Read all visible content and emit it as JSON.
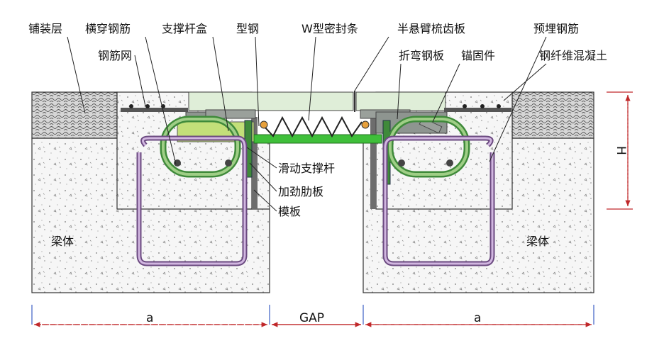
{
  "labels": {
    "paving_layer": "铺装层",
    "transverse_rebar": "横穿钢筋",
    "strut_box": "支撑杆盒",
    "section_steel": "型钢",
    "w_seal": "W型密封条",
    "cantilever_plate": "半悬臂梳齿板",
    "embedded_rebar": "预埋钢筋",
    "rebar_mesh": "钢筋网",
    "bent_plate": "折弯钢板",
    "anchor": "锚固件",
    "fiber_concrete": "钢纤维混凝土",
    "sliding_strut": "滑动支撑杆",
    "stiffener": "加劲肋板",
    "formwork": "模板",
    "beam_left": "梁体",
    "beam_right": "梁体"
  },
  "dimensions": {
    "left_width": "a",
    "gap": "GAP",
    "right_width": "a",
    "height": "H"
  },
  "colors": {
    "concrete_fill": "#f4f4f4",
    "green_member": "#b9d79a",
    "green_dark": "#3f8a3a",
    "pale_green": "#dfeed8",
    "purple_rebar": "#b08ac2",
    "dim_red": "#c0282a",
    "blue_tick": "#3b5fc4",
    "gray_steel": "#8e9590"
  }
}
